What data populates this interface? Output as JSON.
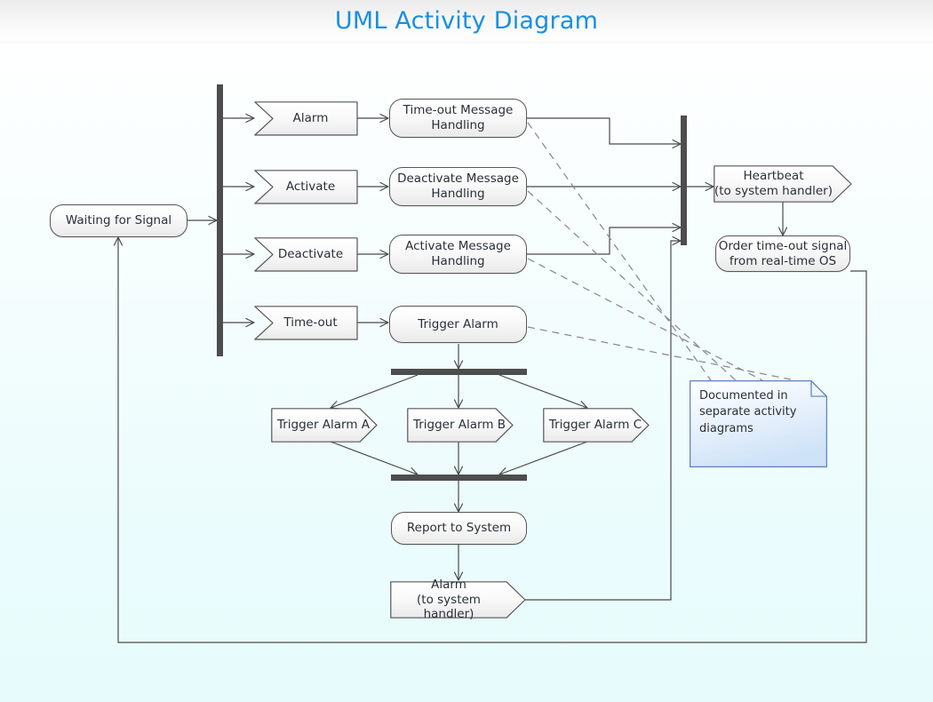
{
  "header": {
    "title": "UML Activity Diagram",
    "title_color": "#1a8fe0"
  },
  "theme": {
    "canvas_background": "#eefcfd",
    "node_border": "#565656",
    "node_fill": "#f4f4f4",
    "bar_color": "#4d4d4d",
    "note_border": "#4a72b8",
    "note_fill": "#ddeeff",
    "connector_color": "#4a4a4a",
    "dashed_connector_color": "#888888"
  },
  "diagram": {
    "type": "uml-activity-diagram",
    "start_node": {
      "label": "Waiting for Signal",
      "shape": "action"
    },
    "fork_bars": [
      {
        "name": "signal-dispatch-bar",
        "orientation": "vertical"
      },
      {
        "name": "signal-collect-bar",
        "orientation": "vertical"
      },
      {
        "name": "alarm-fork-bar",
        "orientation": "horizontal"
      },
      {
        "name": "alarm-join-bar",
        "orientation": "horizontal"
      }
    ],
    "signal_receipts": [
      {
        "label": "Alarm",
        "shape": "signal-receipt"
      },
      {
        "label": "Activate",
        "shape": "signal-receipt"
      },
      {
        "label": "Deactivate",
        "shape": "signal-receipt"
      },
      {
        "label": "Time-out",
        "shape": "signal-receipt"
      }
    ],
    "handlers": [
      {
        "label": "Time-out Message\nHandling",
        "shape": "action"
      },
      {
        "label": "Deactivate Message\nHandling",
        "shape": "action"
      },
      {
        "label": "Activate Message\nHandling",
        "shape": "action"
      },
      {
        "label": "Trigger Alarm",
        "shape": "action"
      }
    ],
    "signal_sends": [
      {
        "label": "Heartbeat\n(to system handler)",
        "shape": "signal-send"
      },
      {
        "label": "Trigger Alarm A",
        "shape": "signal-send"
      },
      {
        "label": "Trigger Alarm B",
        "shape": "signal-send"
      },
      {
        "label": "Trigger Alarm C",
        "shape": "signal-send"
      },
      {
        "label": "Alarm\n(to system handler)",
        "shape": "signal-send"
      }
    ],
    "other_actions": [
      {
        "label": "Order time-out signal\nfrom real-time OS",
        "shape": "action"
      },
      {
        "label": "Report to System",
        "shape": "action"
      }
    ],
    "note": {
      "label": "Documented in\nseparate activity\ndiagrams",
      "shape": "comment-note",
      "attached_to": [
        "Time-out Message Handling",
        "Deactivate Message Handling",
        "Activate Message Handling",
        "Trigger Alarm"
      ]
    }
  }
}
